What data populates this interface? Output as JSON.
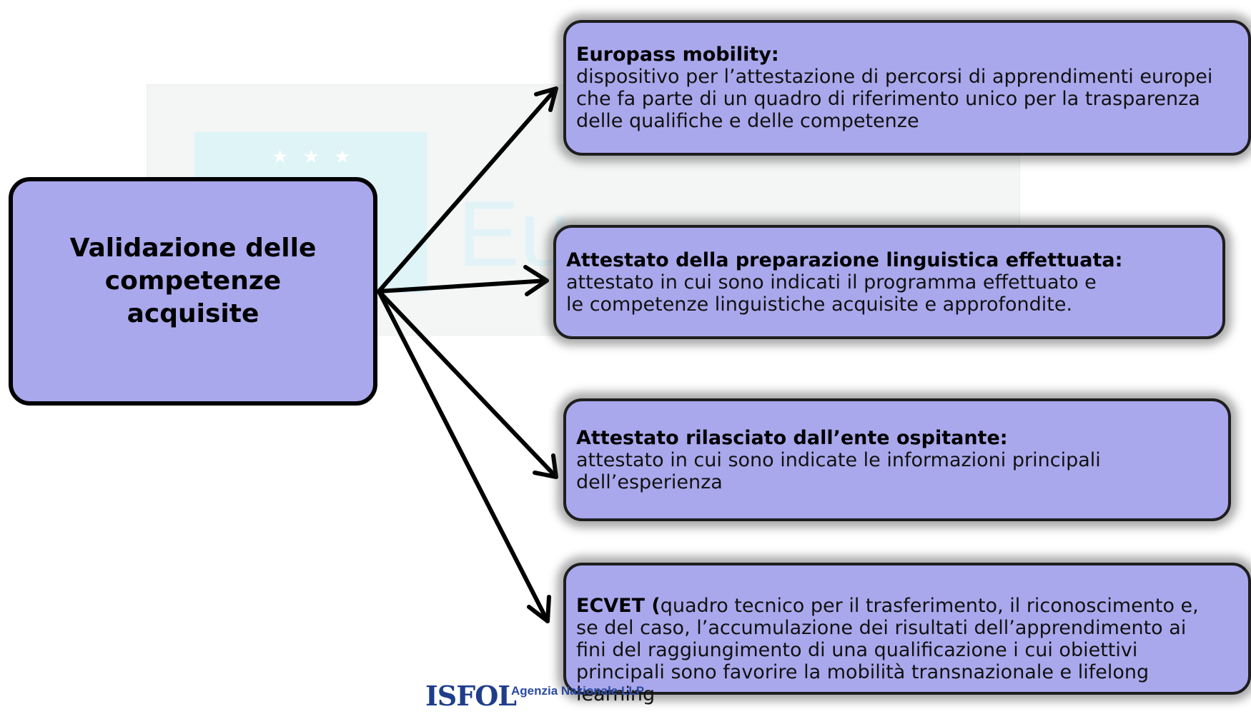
{
  "background": {
    "stars": "★ ★ ★",
    "word": "Eu"
  },
  "main": {
    "title": "Validazione delle competenze acquisite"
  },
  "boxes": [
    {
      "heading": "Europass mobility:",
      "body": "dispositivo per l’attestazione di percorsi di apprendimenti europei\nche fa parte di un quadro di riferimento unico per la trasparenza\ndelle qualifiche e delle competenze"
    },
    {
      "heading": "Attestato della preparazione linguistica effettuata:",
      "body": "attestato in cui sono indicati il programma effettuato e\nle competenze linguistiche acquisite e approfondite."
    },
    {
      "heading": "Attestato rilasciato dall’ente ospitante:",
      "body": "attestato in cui sono indicate le informazioni principali\ndell’esperienza"
    },
    {
      "heading": "ECVET (",
      "body": "quadro tecnico per il trasferimento, il riconoscimento e,\nse del caso, l’accumulazione dei risultati dell’apprendimento ai\n fini del raggiungimento di una qualificazione i cui obiettivi\nprincipali sono favorire la mobilità transnazionale e lifelong\n learning"
    }
  ],
  "footer": {
    "logo": "ISFOL",
    "agency": "Agenzia Nazionale LLP"
  }
}
